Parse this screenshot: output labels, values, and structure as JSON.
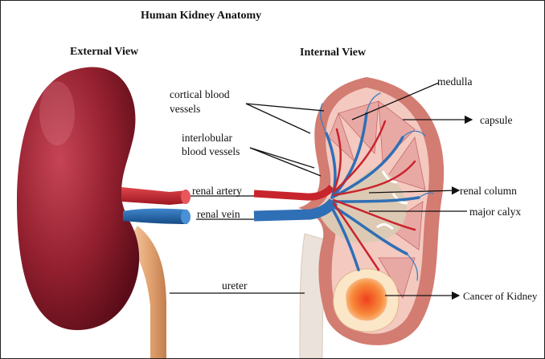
{
  "title": "Human Kidney Anatomy",
  "views": {
    "external": "External View",
    "internal": "Internal View"
  },
  "labels": {
    "medulla": "medulla",
    "capsule": "capsule",
    "cortical_line1": "cortical blood",
    "cortical_line2": "vessels",
    "interlobular_line1": "interlobular",
    "interlobular_line2": "blood vessels",
    "renal_artery": "renal artery",
    "renal_vein": "renal vein",
    "renal_column": "renal column",
    "major_calyx": "major calyx",
    "ureter": "ureter",
    "cancer": "Cancer of Kidney"
  },
  "colors": {
    "kidney_outer": "#8f1d2c",
    "artery": "#c8242c",
    "vein": "#1f5fa8",
    "capsule": "#d98a7f",
    "cortex": "#f2c7bf",
    "pelvis": "#ddc9b2",
    "ureter": "#e9b489",
    "tumor": "#f26522"
  }
}
